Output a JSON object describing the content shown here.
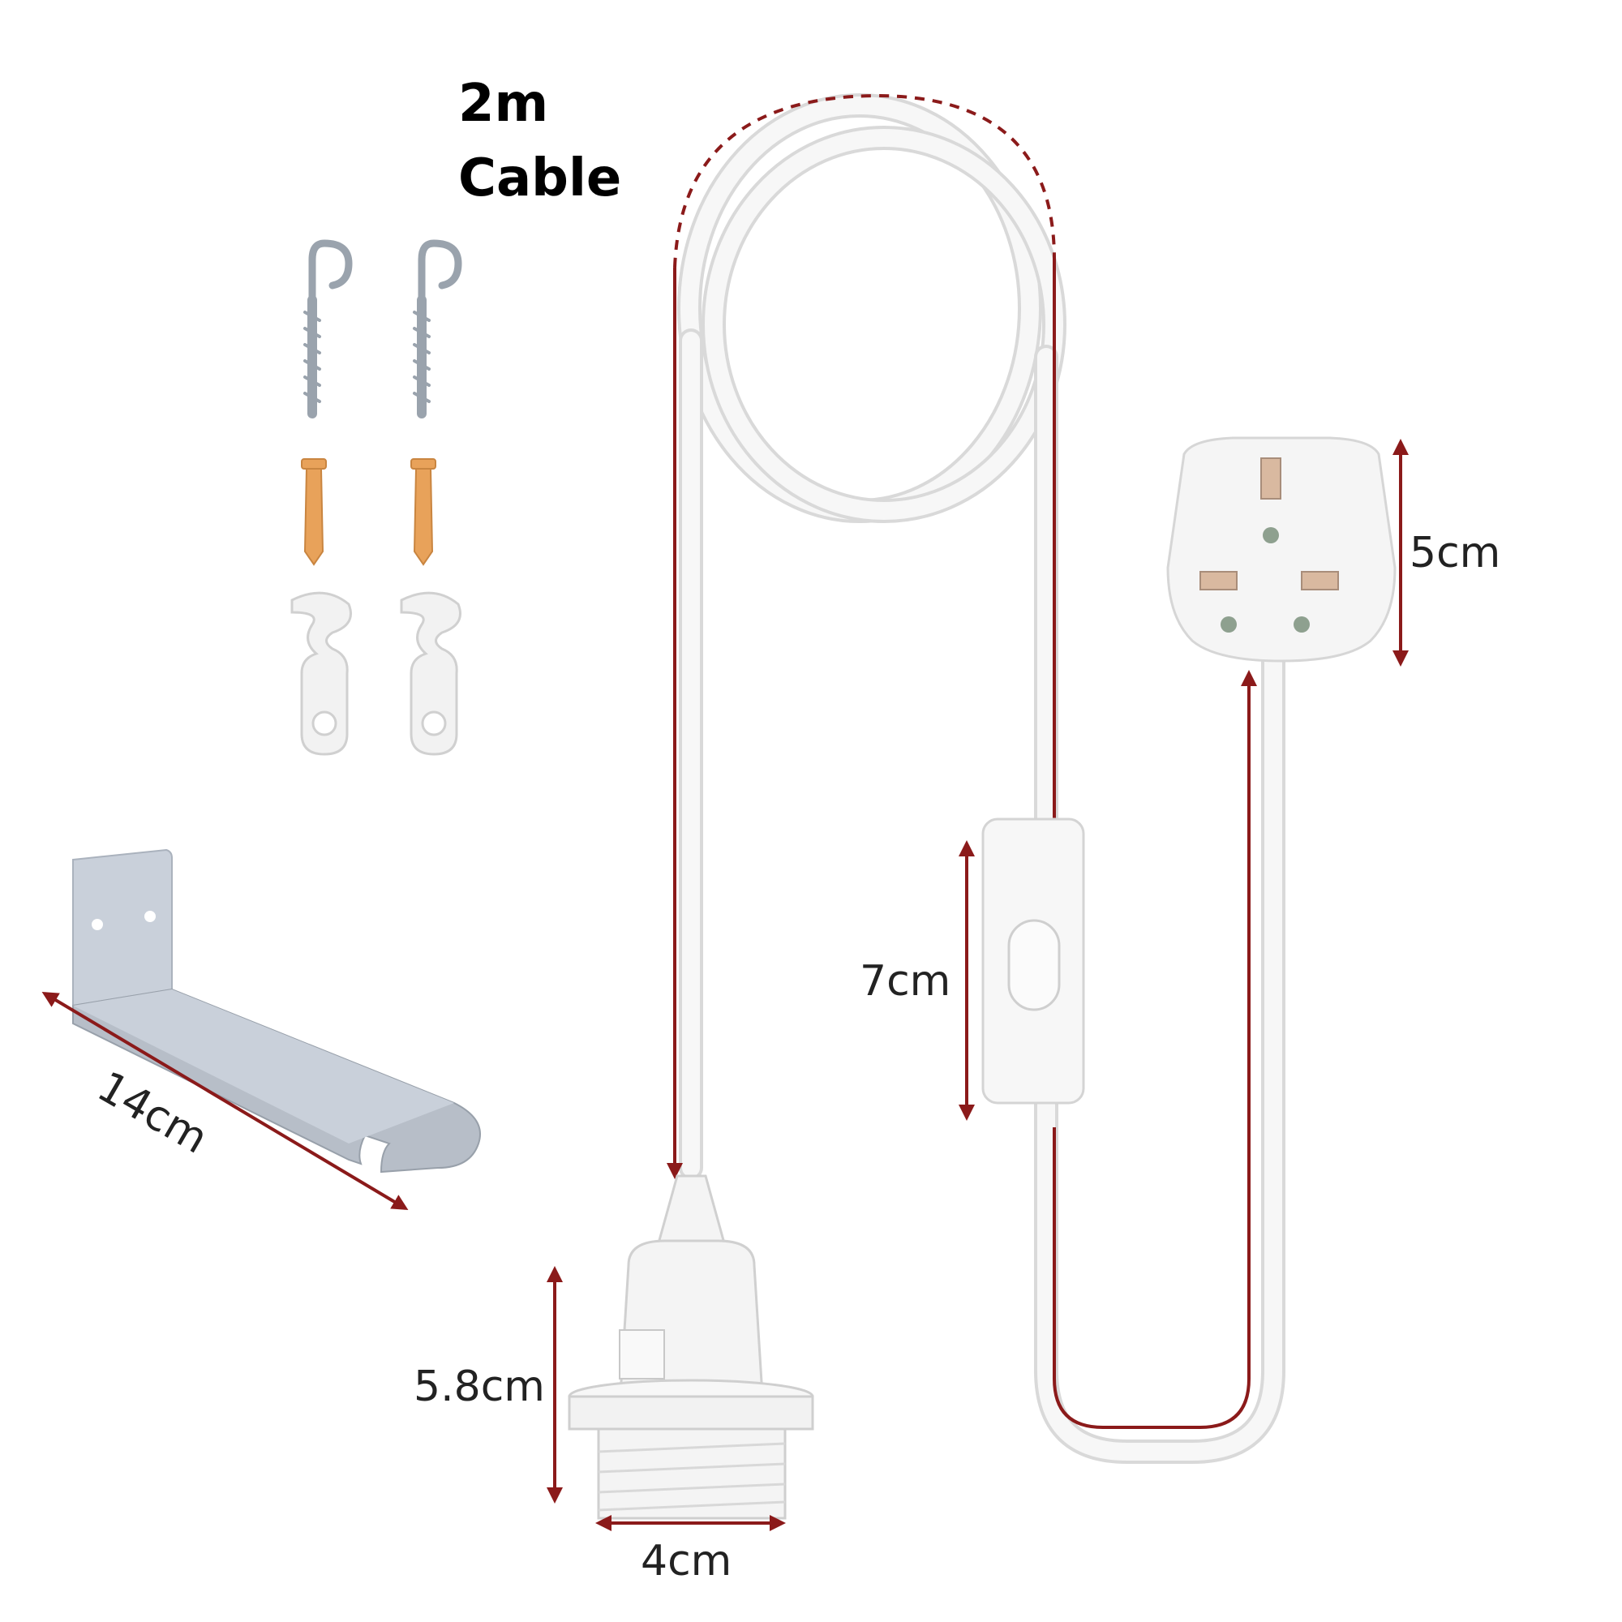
{
  "heading": {
    "line1": "2m",
    "line2": "Cable"
  },
  "dimensions": {
    "plug_height": "5cm",
    "switch_length": "7cm",
    "bracket_length": "14cm",
    "holder_height": "5.8cm",
    "holder_width": "4cm"
  },
  "colors": {
    "cable": "#f4f4f4",
    "cable_edge": "#d9d9d9",
    "dimension_line": "#8b1a1a",
    "wall_plug": "#e8a25a",
    "bracket": "#c9d0da",
    "metal": "#9aa3ad"
  },
  "icons": [
    "cup-hook-icon",
    "wall-plug-icon",
    "ceiling-hook-icon",
    "wall-bracket-icon",
    "uk-plug-icon",
    "inline-switch-icon",
    "lamp-holder-icon"
  ]
}
